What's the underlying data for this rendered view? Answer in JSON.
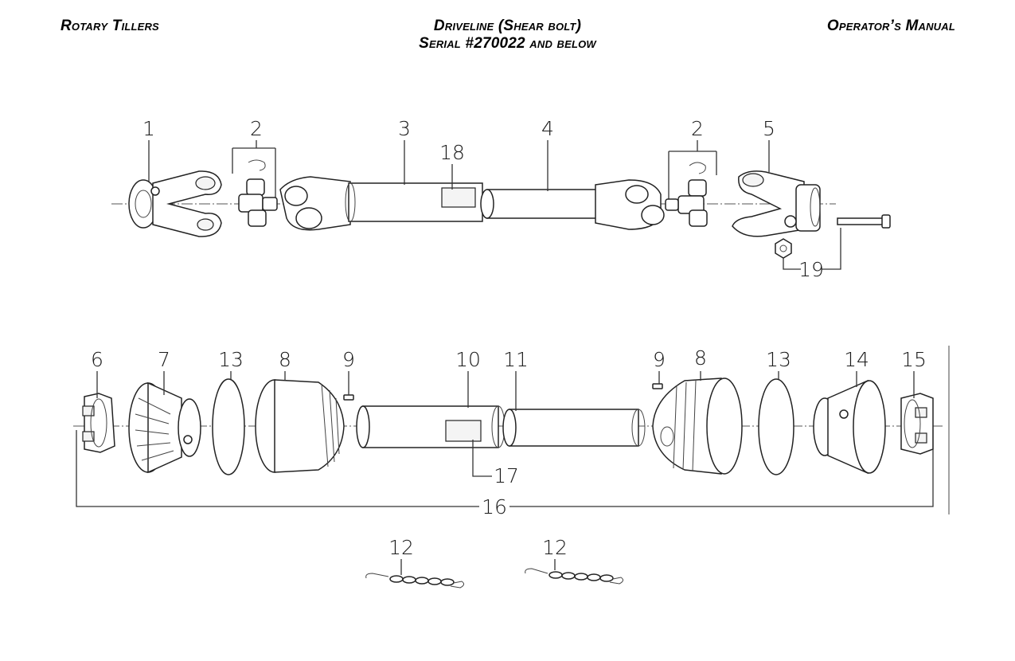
{
  "header": {
    "left": "Rotary Tillers",
    "center_line1": "Driveline (Shear bolt)",
    "center_line2": "Serial #270022 and below",
    "right": "Operator’s Manual"
  },
  "callouts": {
    "n1": "1",
    "n2a": "2",
    "n3": "3",
    "n18": "18",
    "n4": "4",
    "n2b": "2",
    "n5": "5",
    "n19": "19",
    "n6": "6",
    "n7": "7",
    "n13a": "13",
    "n8a": "8",
    "n9a": "9",
    "n10": "10",
    "n11": "11",
    "n9b": "9",
    "n8b": "8",
    "n13b": "13",
    "n14": "14",
    "n15": "15",
    "n17": "17",
    "n16": "16",
    "n12a": "12",
    "n12b": "12"
  }
}
